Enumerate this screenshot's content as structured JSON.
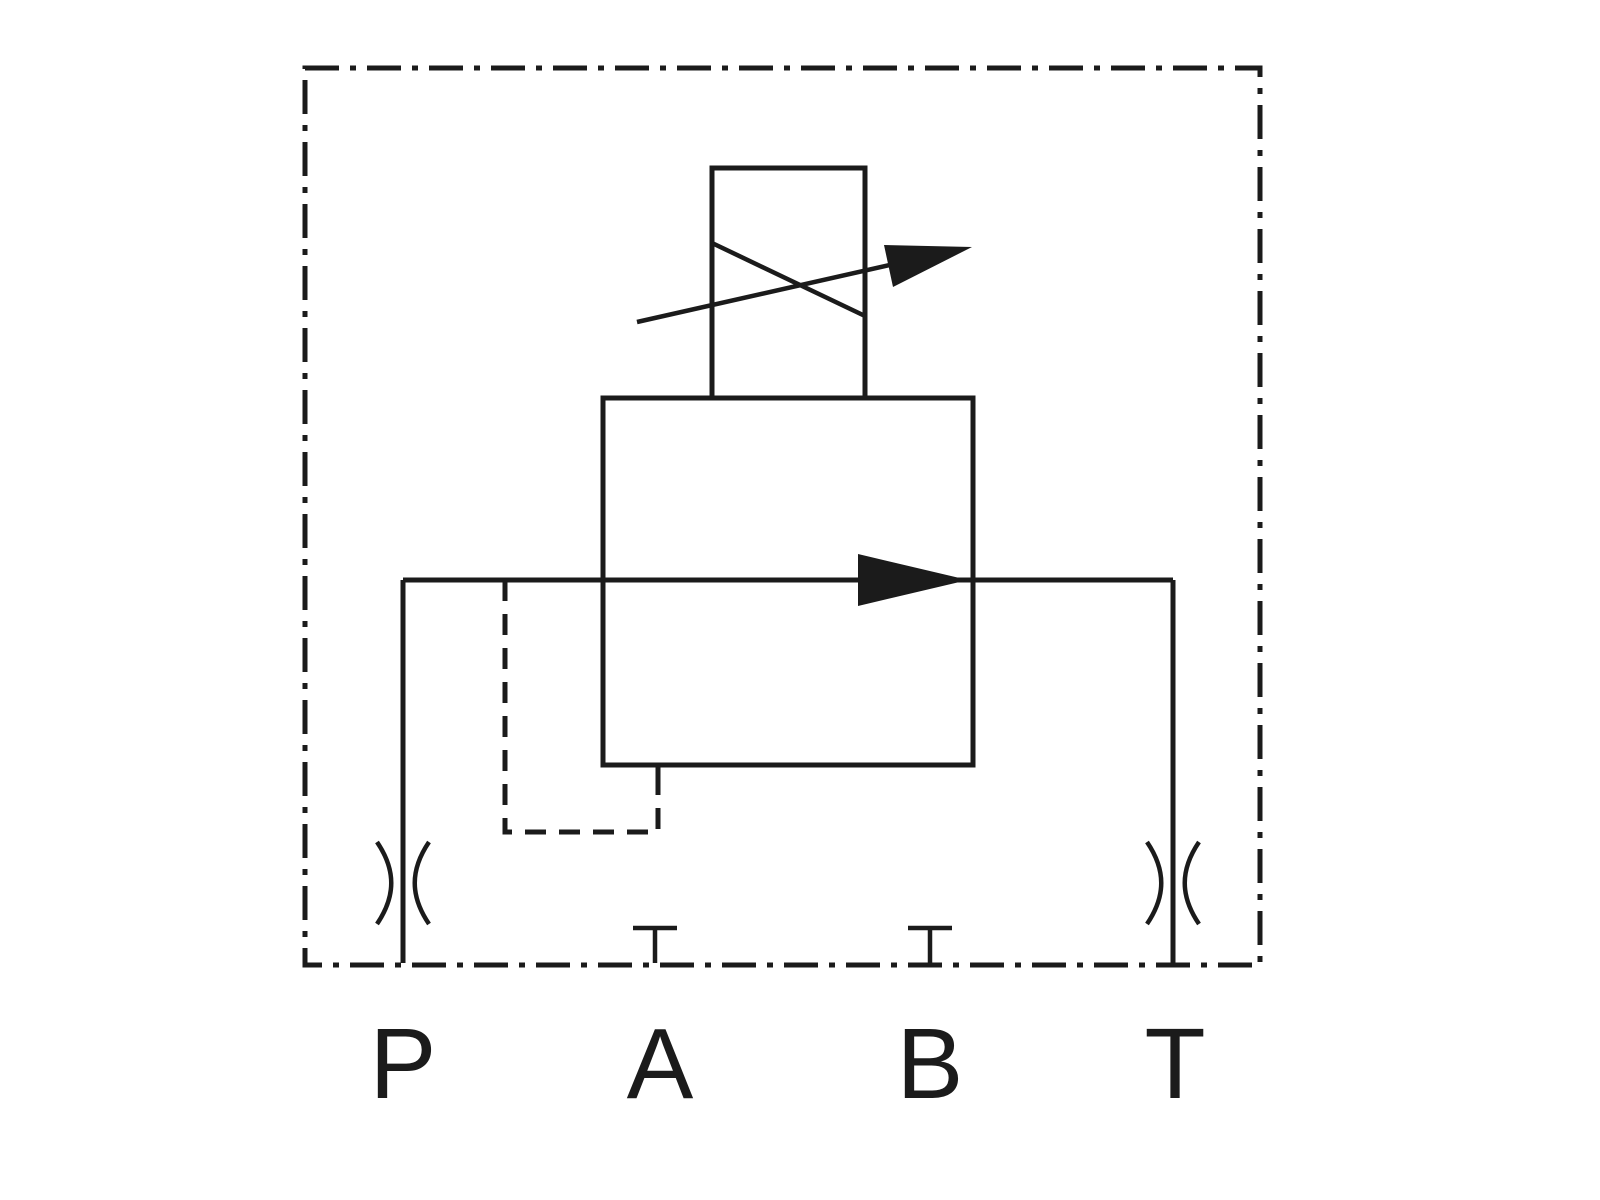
{
  "diagram": {
    "type": "hydraulic-schematic",
    "ports": [
      {
        "id": "P",
        "label": "P"
      },
      {
        "id": "A",
        "label": "A"
      },
      {
        "id": "B",
        "label": "B"
      },
      {
        "id": "T",
        "label": "T"
      }
    ],
    "colors": {
      "line": "#1b1b1b",
      "background": "#ffffff"
    }
  }
}
